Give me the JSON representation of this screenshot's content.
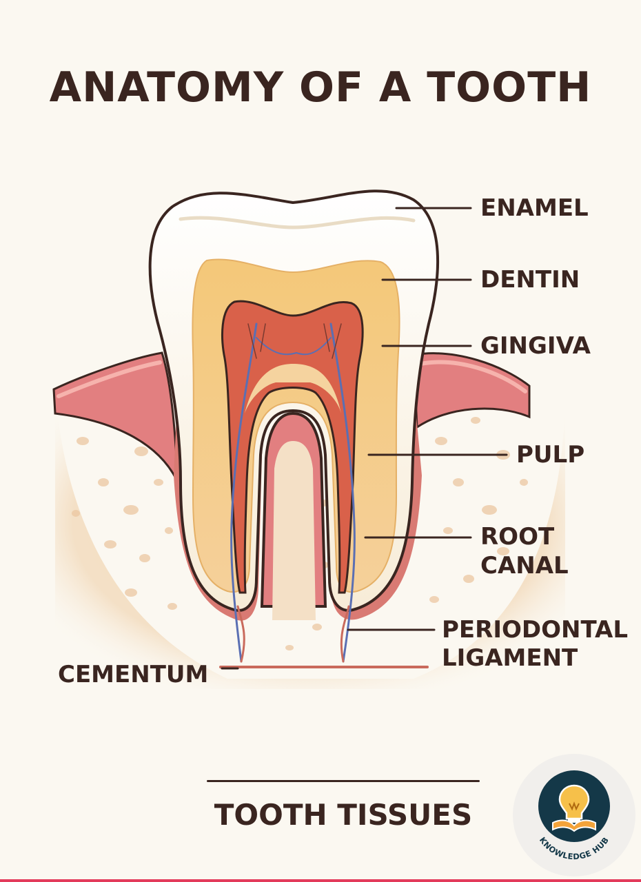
{
  "title": "ANATOMY OF A TOOTH",
  "labels": {
    "enamel": "ENAMEL",
    "dentin": "DENTIN",
    "gingiva": "GINGIVA",
    "pulp": "PULP",
    "root_canal_line1": "ROOT",
    "root_canal_line2": "CANAL",
    "periodontal_line1": "PERIODONTAL",
    "periodontal_line2": "LIGAMENT",
    "cementum": "CEMENTUM"
  },
  "footer": {
    "title": "TOOTH TISSUES"
  },
  "logo": {
    "text": "KNOWLEDGE HUB",
    "icon": "lightbulb-book-icon"
  },
  "colors": {
    "outline": "#3a2520",
    "enamel": "#fbf4e6",
    "dentin": "#f2c478",
    "pulp": "#d9614a",
    "gum": "#e27f80",
    "bone": "#f3dcc0",
    "accent": "#e33b5b",
    "logo_bg": "#143848"
  }
}
